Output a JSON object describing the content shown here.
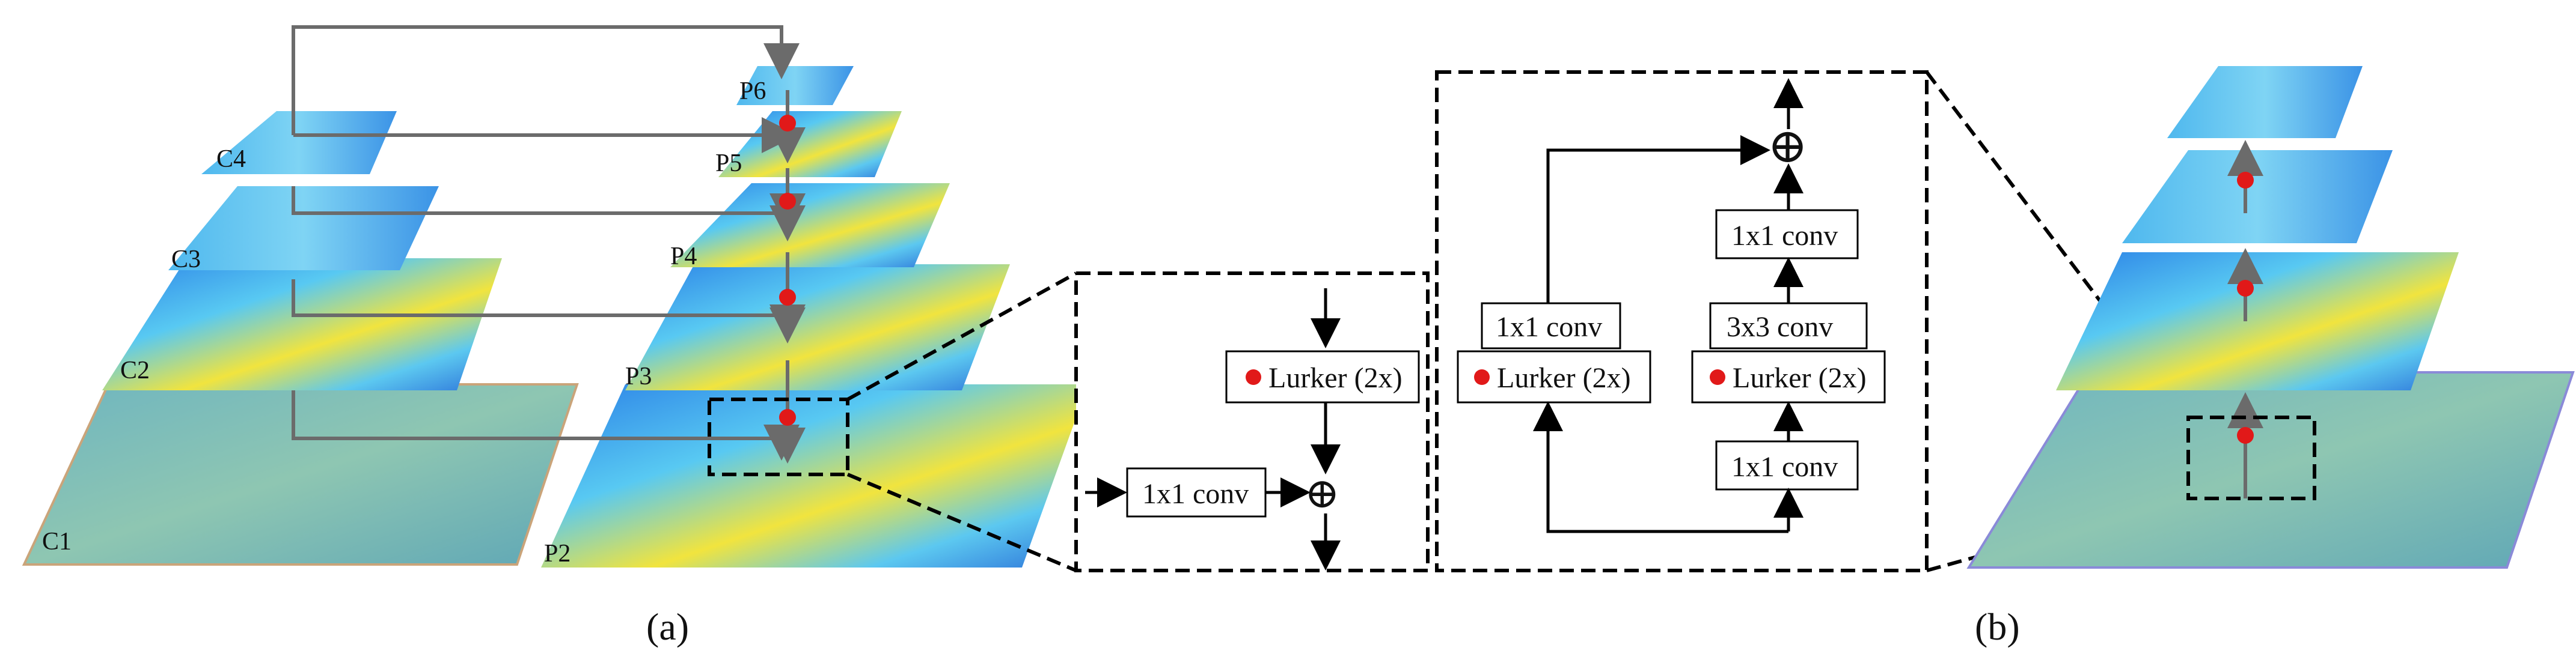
{
  "panel_a": {
    "caption": "(a)",
    "bottom_up_labels": [
      "C1",
      "C2",
      "C3",
      "C4"
    ],
    "top_down_labels": [
      "P2",
      "P3",
      "P4",
      "P5",
      "P6"
    ],
    "detail_box": {
      "lurker_label": "Lurker (2x)",
      "conv_label": "1x1 conv",
      "sum_symbol": "⊕"
    }
  },
  "lurker_module": {
    "left_branch": {
      "conv_label": "1x1 conv",
      "lurker_label": "Lurker (2x)"
    },
    "right_branch": {
      "top_conv_label": "1x1 conv",
      "mid_conv_label": "3x3 conv",
      "lurker_label": "Lurker (2x)",
      "bottom_conv_label": "1x1 conv"
    },
    "sum_symbol": "⊕"
  },
  "panel_b": {
    "caption": "(b)"
  },
  "colors": {
    "arrow_gray": "#6b6b6b",
    "red_dot": "#e11919",
    "heat_blue": "#1d6fe0",
    "heat_cyan": "#52c6f0",
    "heat_yellow": "#f3e23b",
    "heat_red": "#d83a22",
    "chip_green": "#7fb8b0"
  }
}
